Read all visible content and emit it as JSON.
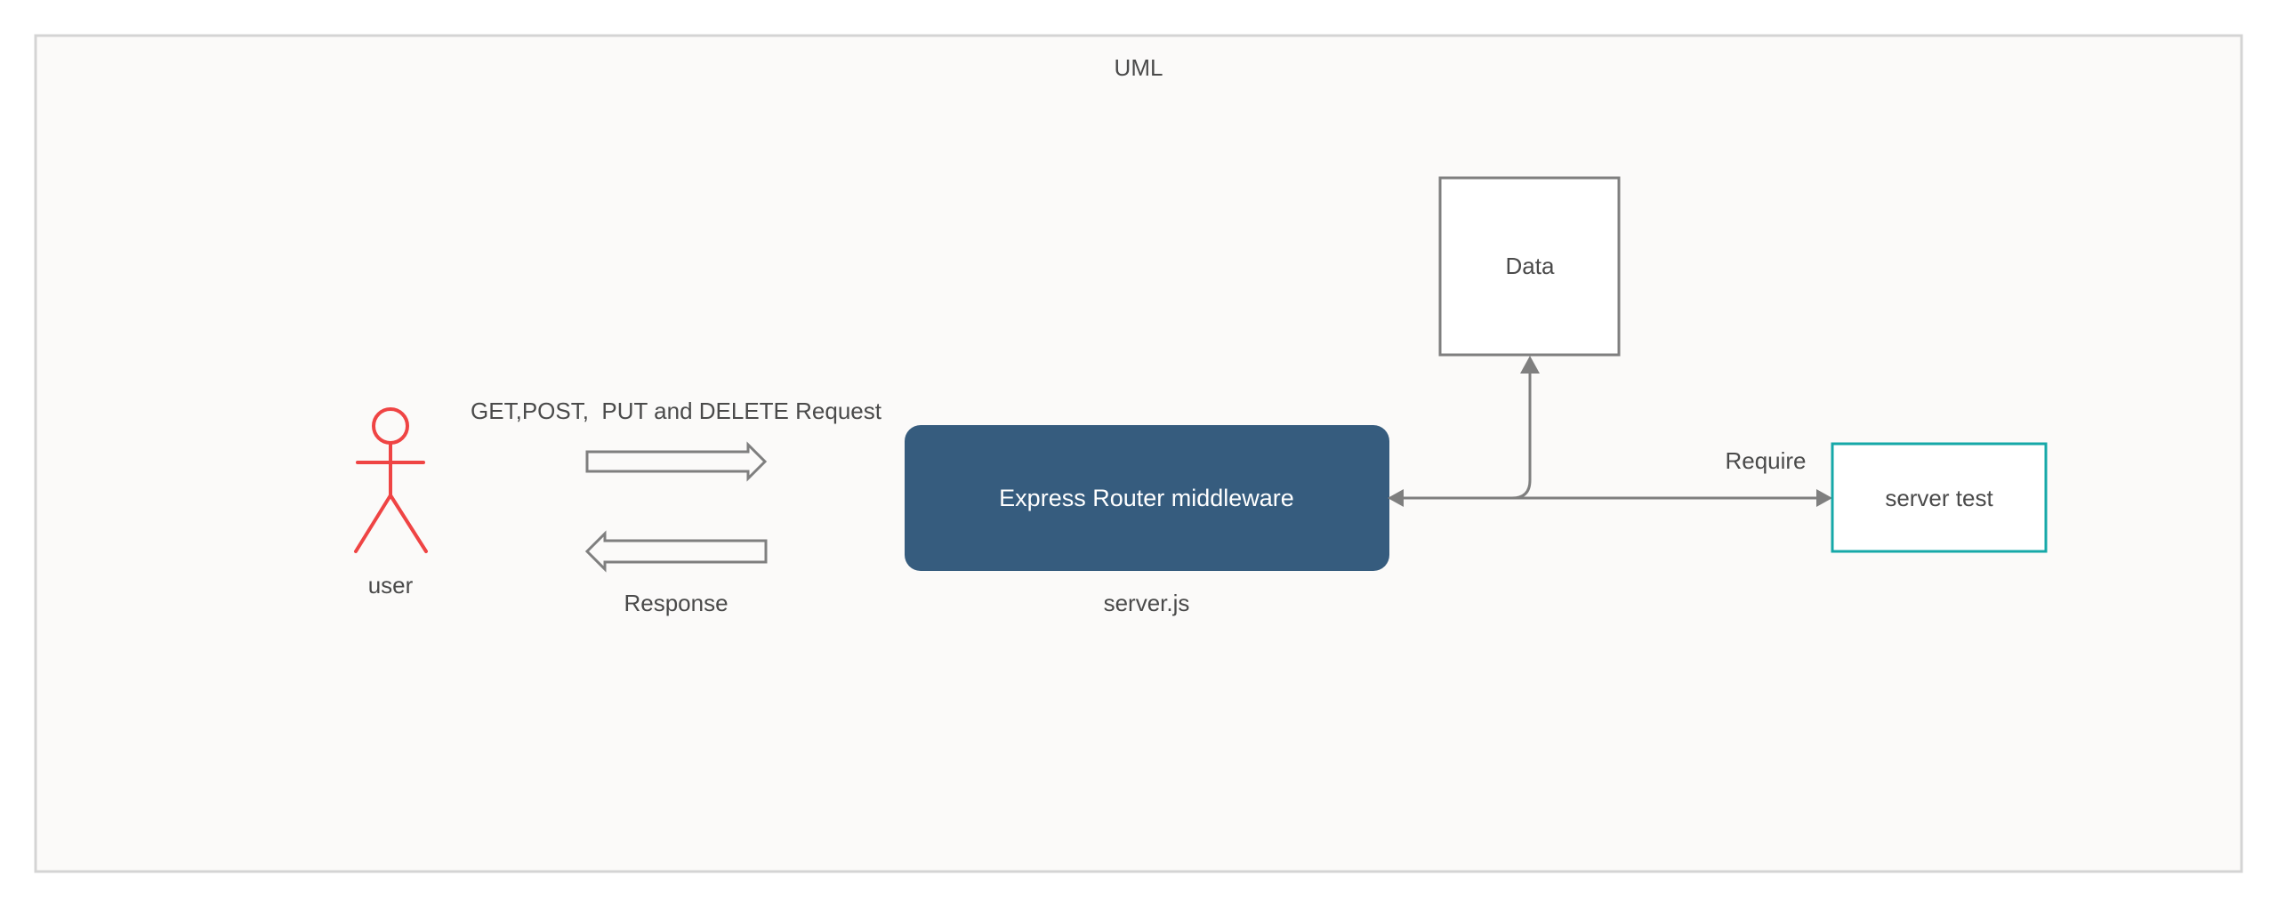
{
  "diagram": {
    "title": "UML",
    "actor": {
      "label": "user"
    },
    "request_label": "GET,POST,  PUT and DELETE Request",
    "response_label": "Response",
    "middleware": {
      "label": "Express Router middleware",
      "caption": "server.js"
    },
    "data_box": {
      "label": "Data"
    },
    "server_test": {
      "label": "server test",
      "edge_label": "Require"
    }
  },
  "colors": {
    "frame_background": "#fbfaf9",
    "frame_border": "#d4d4d4",
    "actor": "#ef4444",
    "middleware_fill": "#365c7e",
    "middleware_text": "#ffffff",
    "connector": "#7f7f7f",
    "data_border": "#7f7f7f",
    "server_test_border": "#16a8a8",
    "text": "#4a4a4a"
  },
  "icons": {
    "actor": "stick-figure-icon",
    "request": "right-hollow-arrow-icon",
    "response": "left-hollow-arrow-icon"
  }
}
